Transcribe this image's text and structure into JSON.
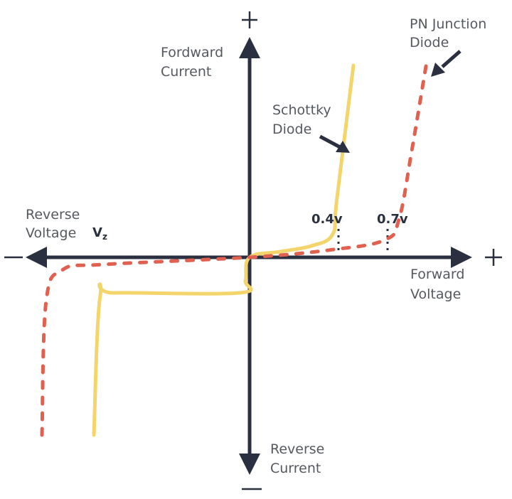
{
  "colors": {
    "axis": "#2b3040",
    "schottky": "#f3d56c",
    "pn_junction": "#e0614f",
    "text": "#55595f"
  },
  "axes": {
    "y_positive_label": [
      "Fordward",
      "Current"
    ],
    "y_negative_label": [
      "Reverse",
      "Current"
    ],
    "x_positive_label": [
      "Forward",
      "Voltage"
    ],
    "x_negative_label": [
      "Reverse",
      "Voltage"
    ],
    "zener_label": "V",
    "zener_subscript": "z",
    "plus_sign": "+",
    "minus_sign": "−"
  },
  "curves": {
    "schottky": {
      "name": [
        "Schottky",
        "Diode"
      ],
      "style": "solid",
      "knee_voltage_label": "0.4v"
    },
    "pn_junction": {
      "name": [
        "PN Junction",
        "Diode"
      ],
      "style": "dashed",
      "knee_voltage_label": "0.7v"
    }
  },
  "chart_data": {
    "type": "line",
    "title": "",
    "xlabel": "Forward Voltage / Reverse Voltage",
    "ylabel": "Forward Current / Reverse Current",
    "x_ticks": [
      "0.4v",
      "0.7v"
    ],
    "annotations": [
      "Schottky Diode",
      "PN Junction Diode",
      "Vz",
      "+",
      "−"
    ],
    "series": [
      {
        "name": "Schottky Diode",
        "style": "solid",
        "forward_knee_v": 0.4,
        "points": [
          [
            -0.75,
            -1.0
          ],
          [
            -0.72,
            -0.22
          ],
          [
            -0.65,
            -0.2
          ],
          [
            -0.05,
            -0.2
          ],
          [
            -0.02,
            -0.13
          ],
          [
            0.0,
            0.0
          ],
          [
            0.15,
            0.03
          ],
          [
            0.3,
            0.06
          ],
          [
            0.4,
            0.12
          ],
          [
            0.42,
            0.3
          ],
          [
            0.5,
            1.0
          ]
        ]
      },
      {
        "name": "PN Junction Diode",
        "style": "dashed",
        "forward_knee_v": 0.7,
        "points": [
          [
            -1.0,
            -1.0
          ],
          [
            -0.98,
            -0.25
          ],
          [
            -0.9,
            -0.07
          ],
          [
            -0.7,
            -0.04
          ],
          [
            0.0,
            0.0
          ],
          [
            0.4,
            0.04
          ],
          [
            0.65,
            0.09
          ],
          [
            0.72,
            0.2
          ],
          [
            0.78,
            0.55
          ],
          [
            0.85,
            1.0
          ]
        ]
      }
    ]
  }
}
